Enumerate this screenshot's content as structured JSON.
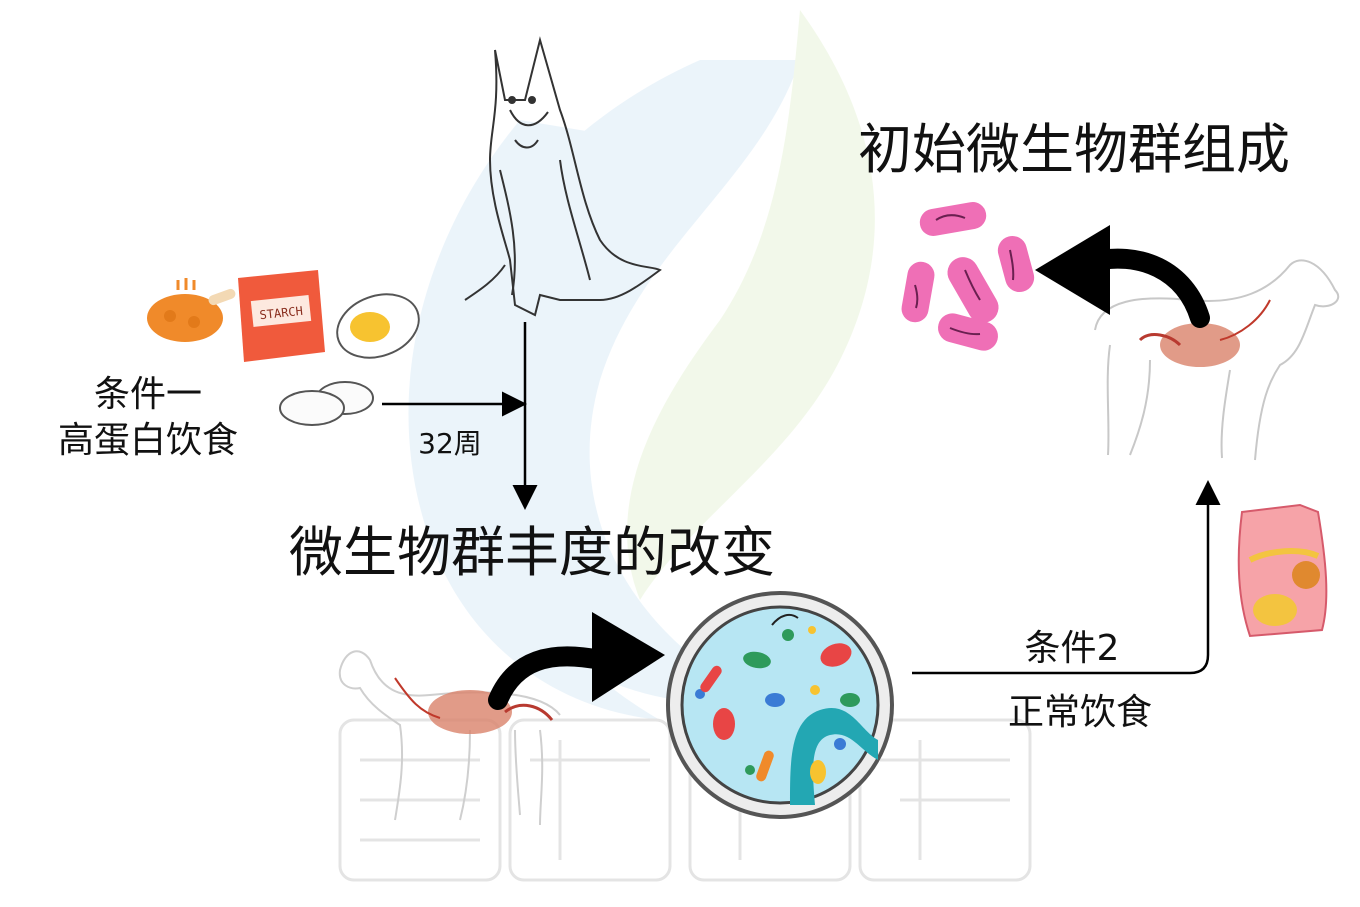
{
  "labels": {
    "initial_title": "初始微生物群组成",
    "change_title": "微生物群丰度的改变",
    "cond1_line1": "条件一",
    "cond1_line2": "高蛋白饮食",
    "weeks": "32周",
    "cond2_line1": "条件2",
    "cond2_line2": "正常饮食",
    "starch_bag": "STARCH"
  },
  "colors": {
    "bacteria_pink": "#ef6fb6",
    "arrow_black": "#000000",
    "dish_water": "#b7e6f3",
    "dish_ring": "#555555",
    "canal_teal": "#23a7b3",
    "starch_bag": "#f05a3c",
    "chicken": "#f08a2a",
    "egg_yolk": "#f7c330"
  },
  "icons": [
    "sitting-dog-icon",
    "xray-dog-icon",
    "bacteria-icon",
    "petri-dish-icon",
    "chicken-icon",
    "starch-bag-icon",
    "egg-icon",
    "potato-icon",
    "dog-food-bag-icon"
  ]
}
